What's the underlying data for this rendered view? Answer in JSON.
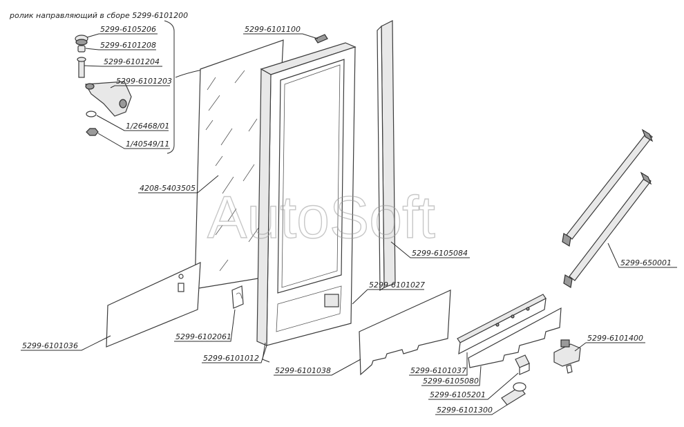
{
  "header": "ролик направляющий в сборе 5299-6101200",
  "watermark": "AutoSoft",
  "labels": {
    "p6105206": "5299-6105206",
    "p6101208": "5299-6101208",
    "p6101204": "5299-6101204",
    "p6101203": "5299-6101203",
    "p26468": "1/26468/01",
    "p40549": "1/40549/11",
    "p6101100": "5299-6101100",
    "p5403505": "4208-5403505",
    "p6105084": "5299-6105084",
    "p650001": "5299-650001",
    "p6101027": "5299-6101027",
    "p6101036": "5299-6101036",
    "p6102061": "5299-6102061",
    "p6101012": "5299-6101012",
    "p6101038": "5299-6101038",
    "p6101400": "5299-6101400",
    "p6101037": "5299-6101037",
    "p6105080": "5299-6105080",
    "p6105201": "5299-6105201",
    "p6101300": "5299-6101300"
  }
}
